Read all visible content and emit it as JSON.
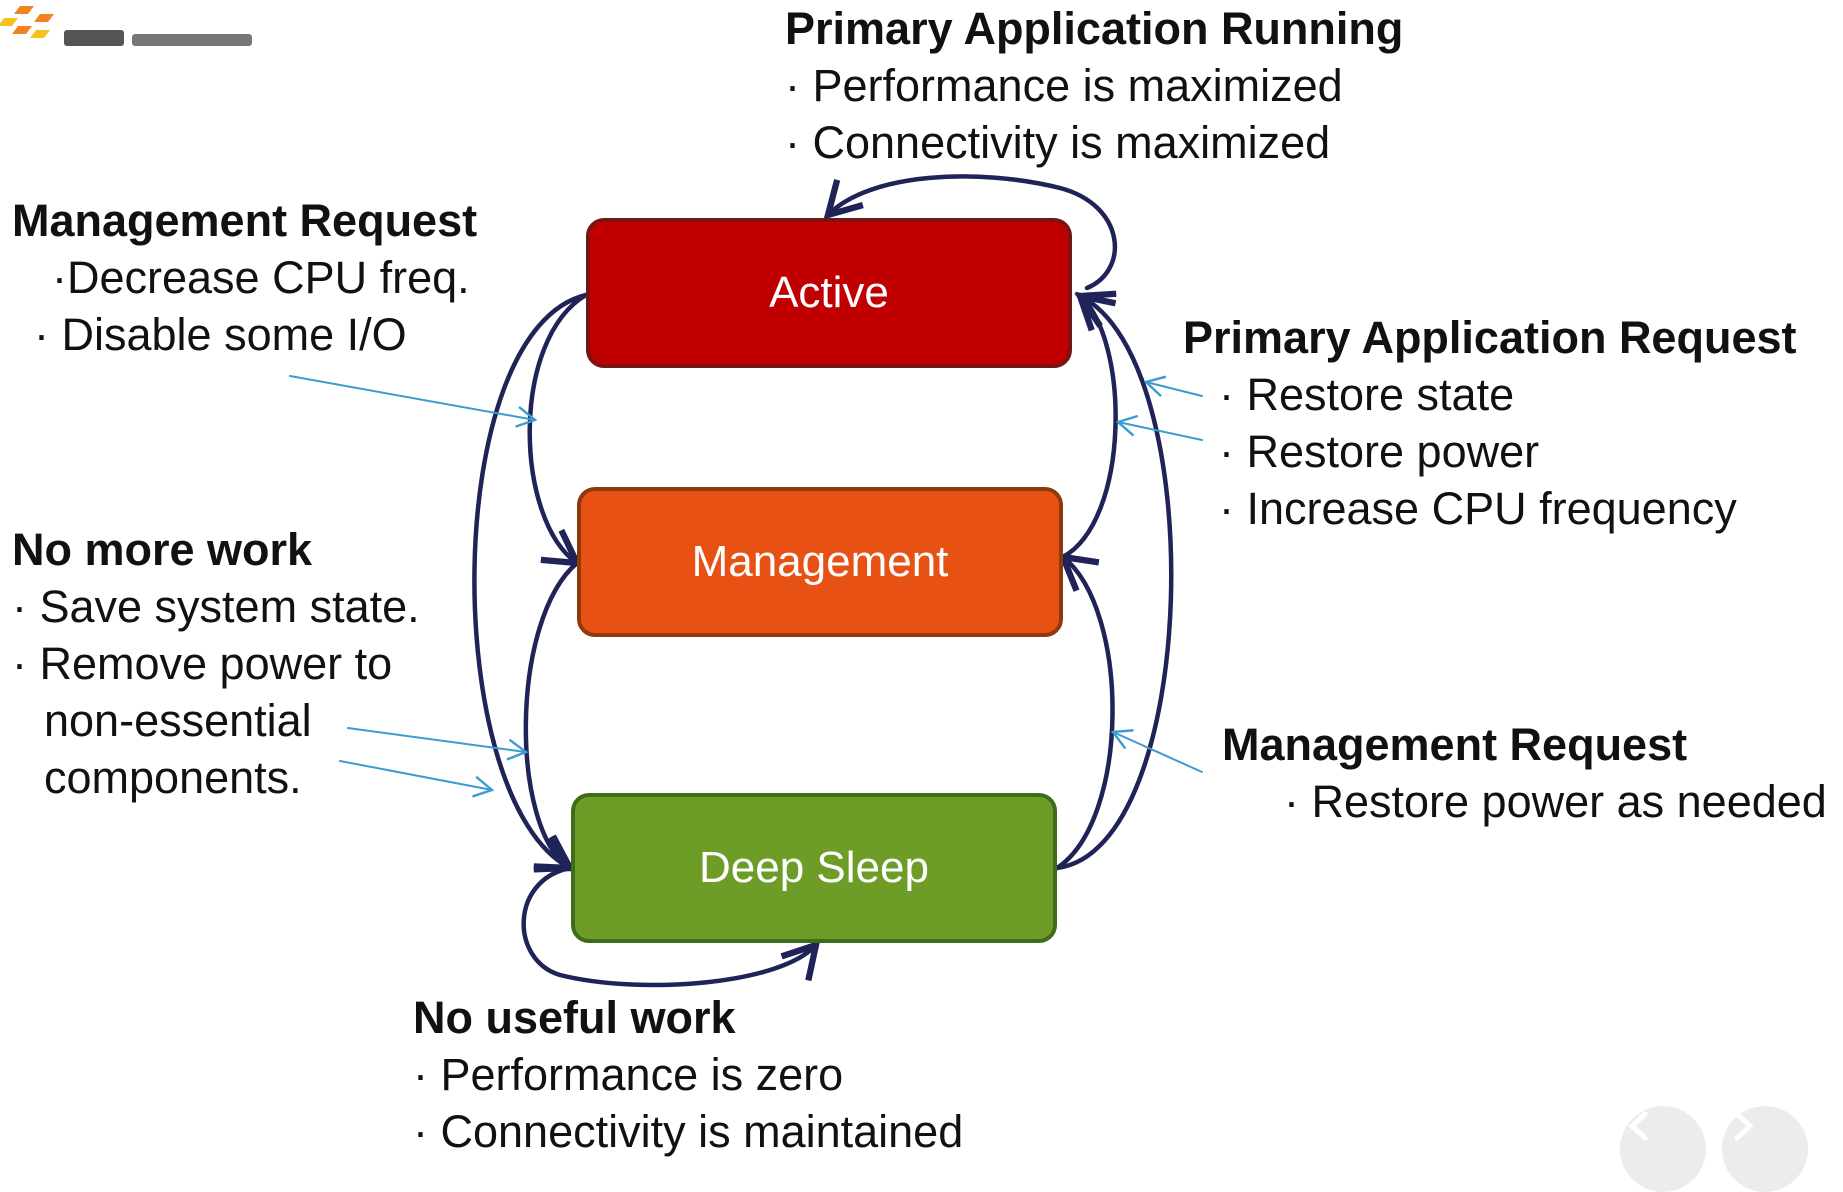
{
  "colors": {
    "active": "#c00000",
    "management": "#e75113",
    "deep_sleep": "#6e9d27",
    "arrow": "#1f2357",
    "pointer": "#3d9ccf",
    "logo_orange": "#f58220",
    "logo_yellow": "#f6c122"
  },
  "states": {
    "active": "Active",
    "management": "Management",
    "deep_sleep": "Deep Sleep"
  },
  "annotations": {
    "primary_running": {
      "heading": "Primary Application Running",
      "items": [
        "· Performance is maximized",
        "· Connectivity is maximized"
      ]
    },
    "management_request_left": {
      "heading": "Management Request",
      "items": [
        "·Decrease CPU freq.",
        "· Disable some I/O"
      ]
    },
    "no_more_work": {
      "heading": "No more work",
      "lines": [
        "· Save system state.",
        "· Remove power to",
        "non-essential",
        "components."
      ]
    },
    "primary_request": {
      "heading": "Primary Application Request",
      "items": [
        "· Restore state",
        "· Restore power",
        "· Increase CPU frequency"
      ]
    },
    "management_request_right": {
      "heading": "Management Request",
      "items": [
        "· Restore power as needed"
      ]
    },
    "no_useful_work": {
      "heading": "No useful work",
      "items": [
        "· Performance is zero",
        "· Connectivity is maintained"
      ]
    }
  },
  "icons": {
    "logo": "company-logo-icon",
    "prev": "chevron-left-icon",
    "next": "chevron-right-icon"
  }
}
